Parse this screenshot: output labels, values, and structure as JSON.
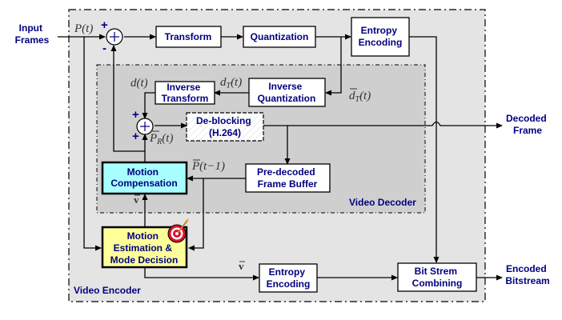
{
  "diagram": {
    "title": "Video Encoder with embedded Video Decoder block diagram",
    "regions": {
      "encoder_label": "Video Encoder",
      "decoder_label": "Video Decoder"
    },
    "external": {
      "input": [
        "Input",
        "Frames"
      ],
      "decoded_output": [
        "Decoded",
        "Frame"
      ],
      "encoded_output": [
        "Encoded",
        "Bitstream"
      ]
    },
    "blocks": {
      "transform": [
        "Transform"
      ],
      "quantization": [
        "Quantization"
      ],
      "entropy_top": [
        "Entropy",
        "Encoding"
      ],
      "inverse_transform": [
        "Inverse",
        "Transform"
      ],
      "inverse_quantization": [
        "Inverse",
        "Quantization"
      ],
      "deblocking": [
        "De-blocking",
        "(H.264)"
      ],
      "predecoded_buffer": [
        "Pre-decoded",
        "Frame Buffer"
      ],
      "motion_compensation": [
        "Motion",
        "Compensation"
      ],
      "motion_estimation": [
        "Motion",
        "Estimation &",
        "Mode Decision"
      ],
      "entropy_bottom": [
        "Entropy",
        "Encoding"
      ],
      "bitstream_combining": [
        "Bit Strem",
        "Combining"
      ]
    },
    "signals": {
      "p_t": "P(t)",
      "d_t": "d(t)",
      "dT_t": "d",
      "dT_sub": "T",
      "dT_arg": "(t)",
      "dTbar": "d",
      "dTbar_sub": "T",
      "dTbar_arg": "(t)",
      "pR": "P",
      "pR_sub": "R",
      "pR_arg": "(t)",
      "p_prev": "P(t−1)",
      "mv1": "v",
      "mv2": "v"
    },
    "signs": {
      "sum1_top": "+",
      "sum1_bottom": "-",
      "sum2_top": "+",
      "sum2_bottom": "+"
    },
    "colors": {
      "label_text": "#000080",
      "encoder_bg": "#e4e4e4",
      "decoder_bg": "#cfcfcf",
      "motion_comp_fill": "#a8ffff",
      "motion_est_fill": "#ffff99",
      "target_red": "#e0102a"
    }
  }
}
